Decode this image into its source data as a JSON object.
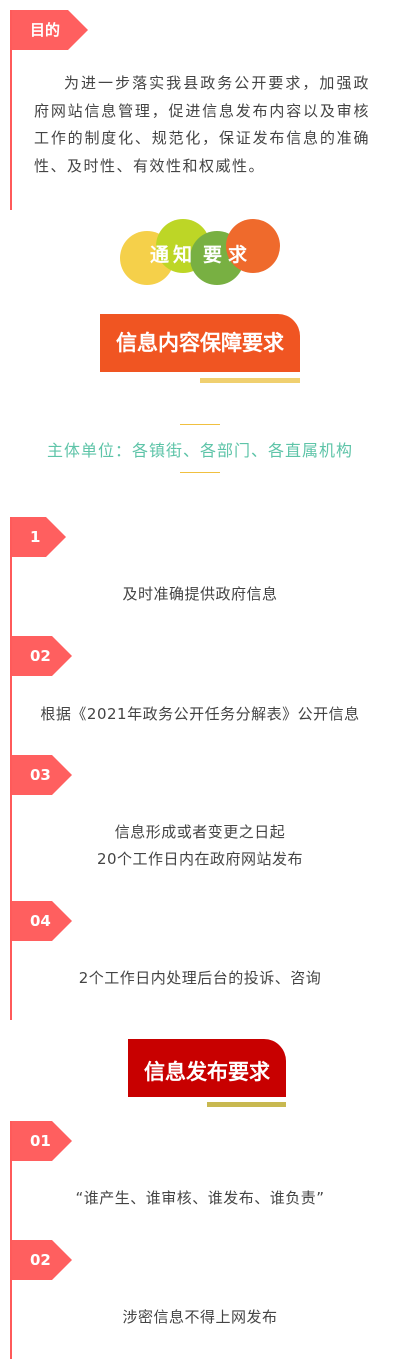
{
  "purpose": {
    "tag": "目的",
    "text": "为进一步落实我县政务公开要求，加强政府网站信息管理，促进信息发布内容以及审核工作的制度化、规范化，保证发布信息的准确性、及时性、有效性和权威性。"
  },
  "notice": {
    "chars": [
      "通",
      "知",
      "要",
      "求"
    ]
  },
  "section1": {
    "title": "信息内容保障要求",
    "subject": "主体单位：各镇街、各部门、各直属机构",
    "items": [
      {
        "num": "1",
        "lines": [
          "及时准确提供政府信息"
        ]
      },
      {
        "num": "02",
        "lines": [
          "根据《2021年政务公开任务分解表》公开信息"
        ]
      },
      {
        "num": "03",
        "lines": [
          "信息形成或者变更之日起",
          "20个工作日内在政府网站发布"
        ]
      },
      {
        "num": "04",
        "lines": [
          "2个工作日内处理后台的投诉、咨询"
        ]
      }
    ]
  },
  "section2": {
    "title": "信息发布要求",
    "items": [
      {
        "num": "01",
        "lines": [
          "“谁产生、谁审核、谁发布、谁负责”"
        ]
      },
      {
        "num": "02",
        "lines": [
          "涉密信息不得上网发布"
        ]
      }
    ]
  },
  "colors": {
    "tag_red": "#ff5f5f",
    "banner_orange": "#f05522",
    "banner_red": "#c80000",
    "underline_gold": "#f0d070",
    "underline_olive": "#c8b850",
    "subject_teal": "#5ec4a8",
    "circle_yellow": "#f5d04a",
    "circle_lime": "#bdd626",
    "circle_green": "#78b042",
    "circle_orange": "#ef6a2c"
  }
}
